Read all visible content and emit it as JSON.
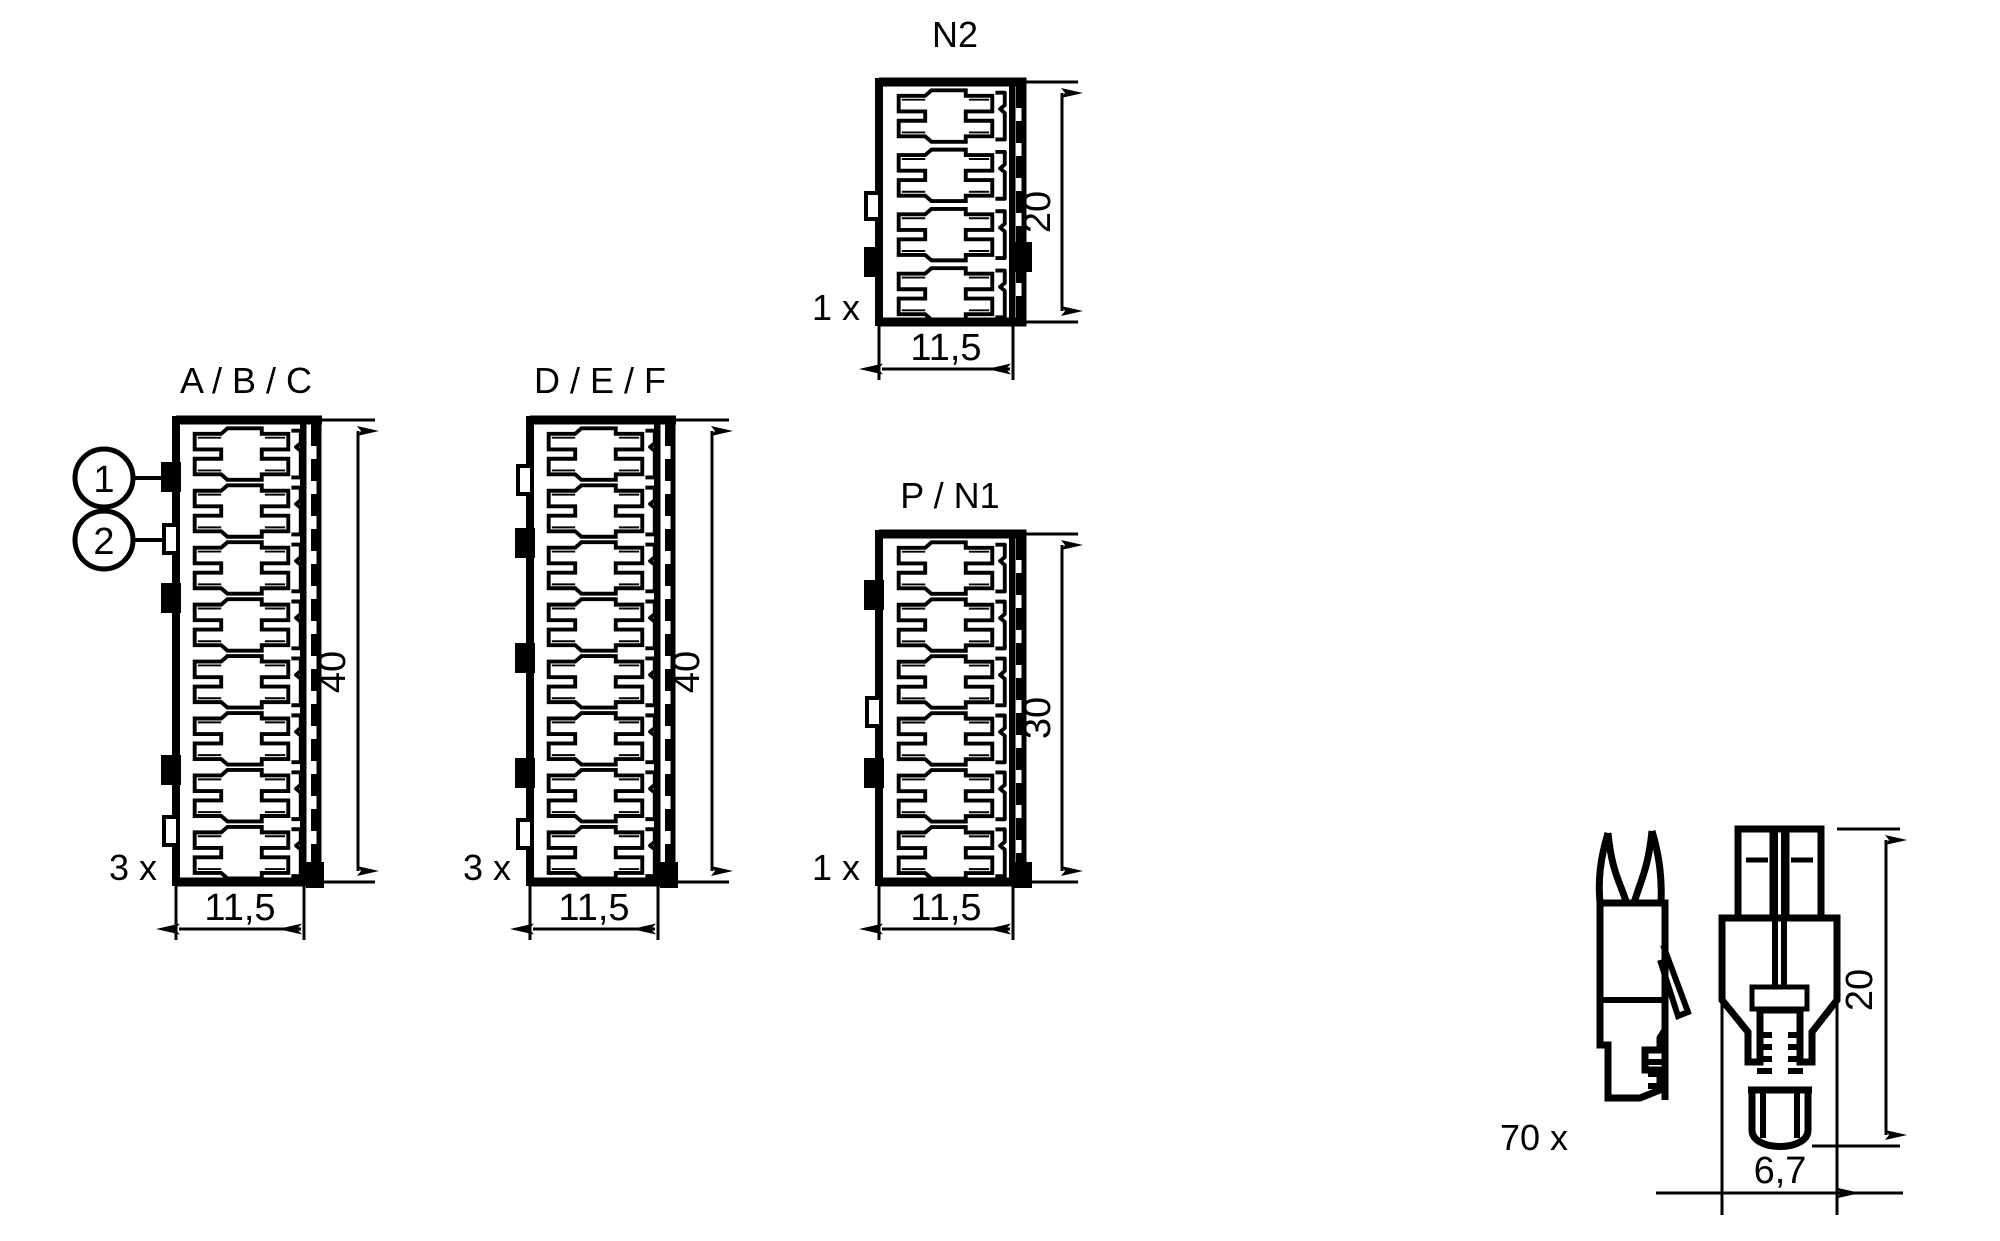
{
  "drawing": {
    "title_block": null,
    "background_color": "#ffffff",
    "line_color": "#000000",
    "units_note": "mm (decimal comma)"
  },
  "callouts": [
    {
      "id": "1",
      "number": "1",
      "target": "coding-tab-filled"
    },
    {
      "id": "2",
      "number": "2",
      "target": "coding-tab-open"
    }
  ],
  "views": [
    {
      "key": "abc",
      "title": "A / B / C",
      "quantity": "3 x",
      "cavities": 8,
      "height_label": "40",
      "width_label": "11,5",
      "left_tabs": [
        {
          "index": 0,
          "filled": true
        },
        {
          "index": 1,
          "filled": false
        },
        {
          "index": 2,
          "filled": true
        },
        {
          "index": 5,
          "filled": true
        },
        {
          "index": 6,
          "filled": false
        }
      ]
    },
    {
      "key": "def",
      "title": "D / E / F",
      "quantity": "3 x",
      "cavities": 8,
      "height_label": "40",
      "width_label": "11,5",
      "left_tabs": [
        {
          "index": 0,
          "filled": false
        },
        {
          "index": 1,
          "filled": true
        },
        {
          "index": 3,
          "filled": true
        },
        {
          "index": 5,
          "filled": true
        },
        {
          "index": 6,
          "filled": false
        }
      ]
    },
    {
      "key": "n2",
      "title": "N2",
      "quantity": "1 x",
      "cavities": 4,
      "height_label": "20",
      "width_label": "11,5",
      "left_tabs": [
        {
          "index": 1,
          "filled": false
        },
        {
          "index": 2,
          "filled": true
        }
      ]
    },
    {
      "key": "pn1",
      "title": "P / N1",
      "quantity": "1 x",
      "cavities": 6,
      "height_label": "30",
      "width_label": "11,5",
      "left_tabs": [
        {
          "index": 0,
          "filled": true
        },
        {
          "index": 2,
          "filled": false
        },
        {
          "index": 4,
          "filled": true
        }
      ]
    }
  ],
  "terminal": {
    "key": "crimp-contact",
    "quantity": "70 x",
    "height_label": "20",
    "width_label": "6,7",
    "views": [
      "side-view",
      "front-view"
    ]
  }
}
